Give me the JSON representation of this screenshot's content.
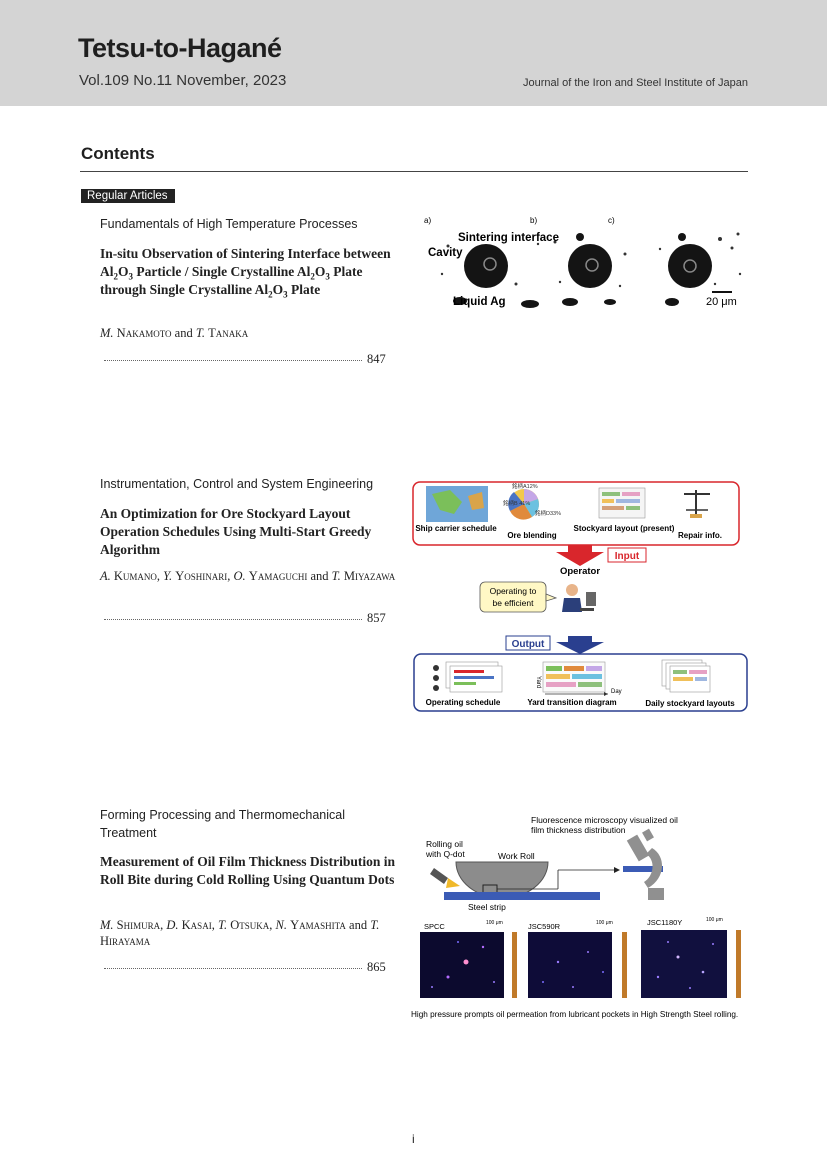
{
  "header": {
    "journal": "Tetsu-to-Hagané",
    "volume": "Vol.109  No.11  November,  2023",
    "society": "Journal of the Iron and Steel Institute of Japan"
  },
  "contents_title": "Contents",
  "badge": "Regular Articles",
  "articles": [
    {
      "section": "Fundamentals of High Temperature Processes",
      "title_parts": [
        "In-situ Observation of Sintering Interface between Al",
        "2",
        "O",
        "3",
        " Particle / Single Crystalline Al",
        "2",
        "O",
        "3",
        " Plate through Single Crystalline Al",
        "2",
        "O",
        "3",
        " Plate"
      ],
      "authors": [
        {
          "initial": "M.",
          "surname": "Nakamoto",
          "sep": " and "
        },
        {
          "initial": "T.",
          "surname": "Tanaka",
          "sep": ""
        }
      ],
      "page": "847",
      "figure": {
        "panels": [
          "a)",
          "b)",
          "c)"
        ],
        "labels": [
          "Sintering interface",
          "Cavity",
          "Liquid Ag",
          "20 μm"
        ]
      }
    },
    {
      "section": "Instrumentation, Control and System Engineering",
      "title": "An Optimization for Ore Stockyard Layout Operation Schedules Using Multi-Start Greedy Algorithm",
      "authors": [
        {
          "initial": "A.",
          "surname": "Kumano",
          "sep": ", "
        },
        {
          "initial": "Y.",
          "surname": "Yoshinari",
          "sep": ", "
        },
        {
          "initial": "O.",
          "surname": "Yamaguchi",
          "sep": " and "
        },
        {
          "initial": "T.",
          "surname": "Miyazawa",
          "sep": ""
        }
      ],
      "page": "857",
      "figure": {
        "top_items": [
          "Ship carrier schedule",
          "Ore blending",
          "Stockyard layout (present)",
          "Repair info."
        ],
        "pie_labels": [
          "銘柄A12%",
          "銘柄B 41%",
          "銘柄D33%"
        ],
        "input": "Input",
        "operator": "Operator",
        "bubble": "Operating to be efficient",
        "output": "Output",
        "bottom_items": [
          "Operating schedule",
          "Yard transition diagram",
          "Daily stockyard layouts"
        ],
        "axis_yard": "Yard",
        "axis_day": "Day"
      }
    },
    {
      "section": "Forming Processing and Thermomechanical Treatment",
      "title": "Measurement of Oil Film Thickness Distribution in Roll Bite during Cold Rolling Using Quantum Dots",
      "authors": [
        {
          "initial": "M.",
          "surname": "Shimura",
          "sep": ", "
        },
        {
          "initial": "D.",
          "surname": "Kasai",
          "sep": ", "
        },
        {
          "initial": "T.",
          "surname": "Otsuka",
          "sep": ", "
        },
        {
          "initial": "N.",
          "surname": "Yamashita",
          "sep": " and "
        },
        {
          "initial": "T.",
          "surname": "Hirayama",
          "sep": ""
        }
      ],
      "page": "865",
      "figure": {
        "microscopy_note": "Fluorescence microscopy visualized oil film thickness distribution",
        "rolling_oil": "Rolling oil with Q-dot",
        "work_roll": "Work Roll",
        "steel_strip": "Steel strip",
        "samples": [
          "SPCC",
          "JSC590R",
          "JSC1180Y"
        ],
        "scale": "100 μm",
        "caption": "High pressure  prompts oil permeation from lubricant pockets in High Strength Steel rolling."
      }
    }
  ],
  "folio": "i",
  "colors": {
    "header_bg": "#d4d4d4",
    "badge_bg": "#222222",
    "fig_red": "#d9262c",
    "fig_blue": "#2a3f8f"
  }
}
